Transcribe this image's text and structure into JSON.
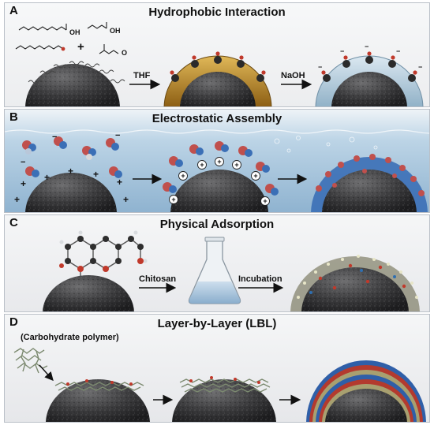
{
  "panels": {
    "a": {
      "letter": "A",
      "title": "Hydrophobic Interaction",
      "chem_oh_1": "OH",
      "chem_oh_2": "OH",
      "chem_o": "O",
      "plus": "+",
      "arrow1_label": "THF",
      "arrow2_label": "NaOH",
      "charges": [
        "−",
        "−",
        "−",
        "−",
        "−"
      ]
    },
    "b": {
      "letter": "B",
      "title": "Electrostatic Assembly",
      "plus_sign": "+",
      "minus_sign": "−"
    },
    "c": {
      "letter": "C",
      "title": "Physical Adsorption",
      "arrow1_label": "Chitosan",
      "arrow2_label": "Incubation"
    },
    "d": {
      "letter": "D",
      "title": "Layer-by-Layer (LBL)",
      "polymer_label": "(Carbohydrate polymer)"
    }
  },
  "colors": {
    "sphere": "#3a3a3c",
    "arrow": "#111111",
    "shell_amber": "#b8862a",
    "shell_blue": "#a9c4d6",
    "water": "#8fb3d0",
    "protein_red": "#c0504d",
    "protein_blue": "#3b6fb6",
    "lbl_red": "#b33a2e",
    "lbl_blue": "#2f5fa8",
    "lbl_khaki": "#a8a070"
  }
}
